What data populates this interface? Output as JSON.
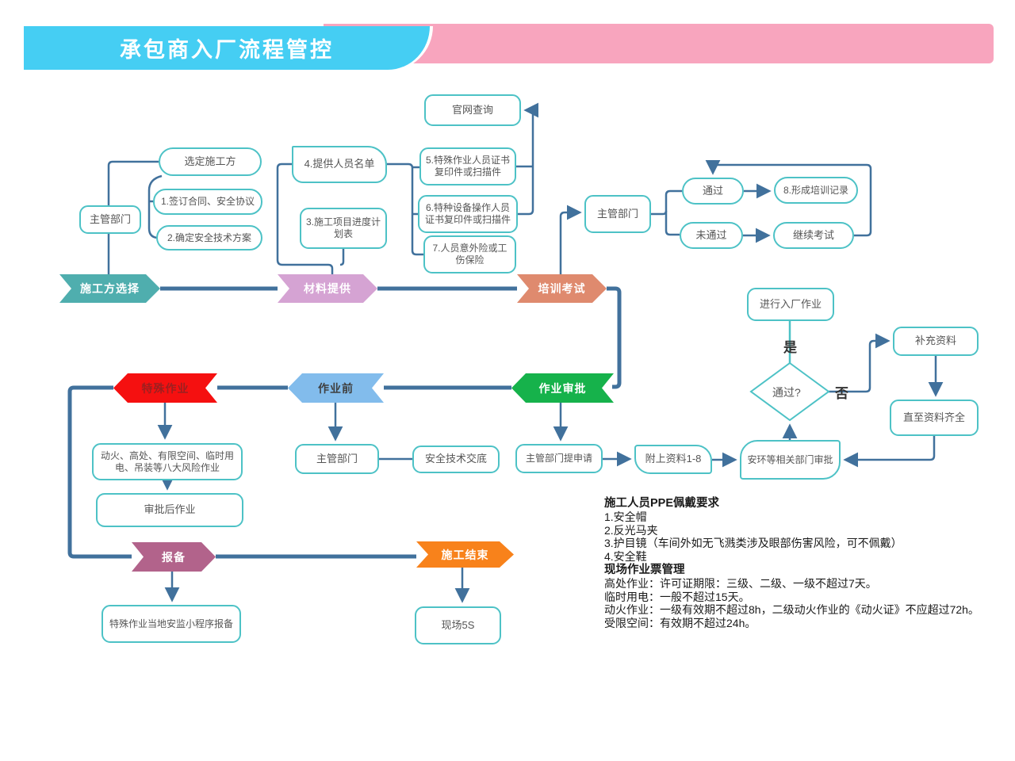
{
  "header": {
    "title": "承包商入厂流程管控",
    "banner_color": "#45CEF3",
    "ribbon_color": "#F8A5BE"
  },
  "nodes": {
    "dept_top_left": {
      "label": "主管部门"
    },
    "select_contractor": {
      "label": "选定施工方"
    },
    "sign_contract": {
      "label": "1.签订合同、安全协议"
    },
    "safety_plan": {
      "label": "2.确定安全技术方案"
    },
    "personnel_list": {
      "label": "4.提供人员名单"
    },
    "schedule": {
      "label": "3.施工项目进度计划表"
    },
    "official_site": {
      "label": "官网查询"
    },
    "special_cert": {
      "label": "5.特殊作业人员证书复印件或扫描件"
    },
    "equipment_cert": {
      "label": "6.特种设备操作人员证书复印件或扫描件"
    },
    "insurance": {
      "label": "7.人员意外险或工伤保险"
    },
    "dept_training": {
      "label": "主管部门"
    },
    "pass": {
      "label": "通过"
    },
    "training_record": {
      "label": "8.形成培训记录"
    },
    "fail": {
      "label": "未通过"
    },
    "continue_exam": {
      "label": "继续考试"
    },
    "entry_work": {
      "label": "进行入厂作业"
    },
    "pass_check": {
      "label": "通过?"
    },
    "supplement": {
      "label": "补充资料"
    },
    "complete_docs": {
      "label": "直至资料齐全"
    },
    "ehs_approval": {
      "label": "安环等相关部门审批"
    },
    "dept_apply": {
      "label": "主管部门提申请"
    },
    "attach_docs": {
      "label": "附上资料1-8"
    },
    "dept_pre": {
      "label": "主管部门"
    },
    "tech_disclosure": {
      "label": "安全技术交底"
    },
    "risk_work": {
      "label": "动火、高处、有限空间、临时用电、吊装等八大风险作业"
    },
    "post_approval": {
      "label": "审批后作业"
    },
    "local_report": {
      "label": "特殊作业当地安监小程序报备"
    },
    "site_5s": {
      "label": "现场5S"
    }
  },
  "phases": {
    "select": {
      "label": "施工方选择",
      "color": "#4FAEAE"
    },
    "material": {
      "label": "材料提供",
      "color": "#D5A3D3"
    },
    "training": {
      "label": "培训考试",
      "color": "#DF8A6E"
    },
    "approval": {
      "label": "作业审批",
      "color": "#16B24B"
    },
    "pre_work": {
      "label": "作业前",
      "color": "#82BCEC"
    },
    "special": {
      "label": "特殊作业",
      "color": "#F51010"
    },
    "report": {
      "label": "报备",
      "color": "#B2638B"
    },
    "finish": {
      "label": "施工结束",
      "color": "#F8821B"
    }
  },
  "labels": {
    "yes": "是",
    "no": "否"
  },
  "notes": {
    "ppe_title": "施工人员PPE佩戴要求",
    "ppe_items": [
      "1.安全帽",
      "2.反光马夹",
      "3.护目镜（车间外如无飞溅类涉及眼部伤害风险，可不佩戴）",
      "4.安全鞋"
    ],
    "ticket_title": "现场作业票管理",
    "ticket_items": [
      "高处作业：许可证期限：三级、二级、一级不超过7天。",
      "临时用电：一般不超过15天。",
      "动火作业：一级有效期不超过8h，二级动火作业的《动火证》不应超过72h。",
      "受限空间：有效期不超过24h。"
    ]
  }
}
